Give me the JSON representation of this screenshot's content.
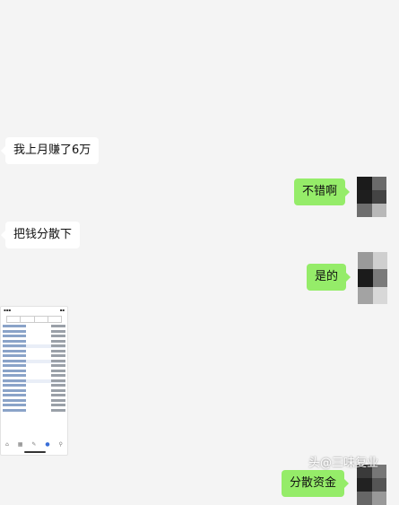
{
  "messages": [
    {
      "side": "left",
      "text": "我上月赚了6万"
    },
    {
      "side": "right",
      "text": "不错啊"
    },
    {
      "side": "left",
      "text": "把钱分散下"
    },
    {
      "side": "right",
      "text": "是的"
    },
    {
      "side": "right",
      "text": "分散资金"
    }
  ],
  "thumbnail": {
    "nav_icons": [
      "home-icon",
      "chart-icon",
      "pen-icon",
      "account-icon",
      "search-icon"
    ]
  },
  "watermark": "头@三味复业",
  "colors": {
    "background": "#f4f4f4",
    "incoming_bubble": "#ffffff",
    "outgoing_bubble": "#95ec69"
  }
}
